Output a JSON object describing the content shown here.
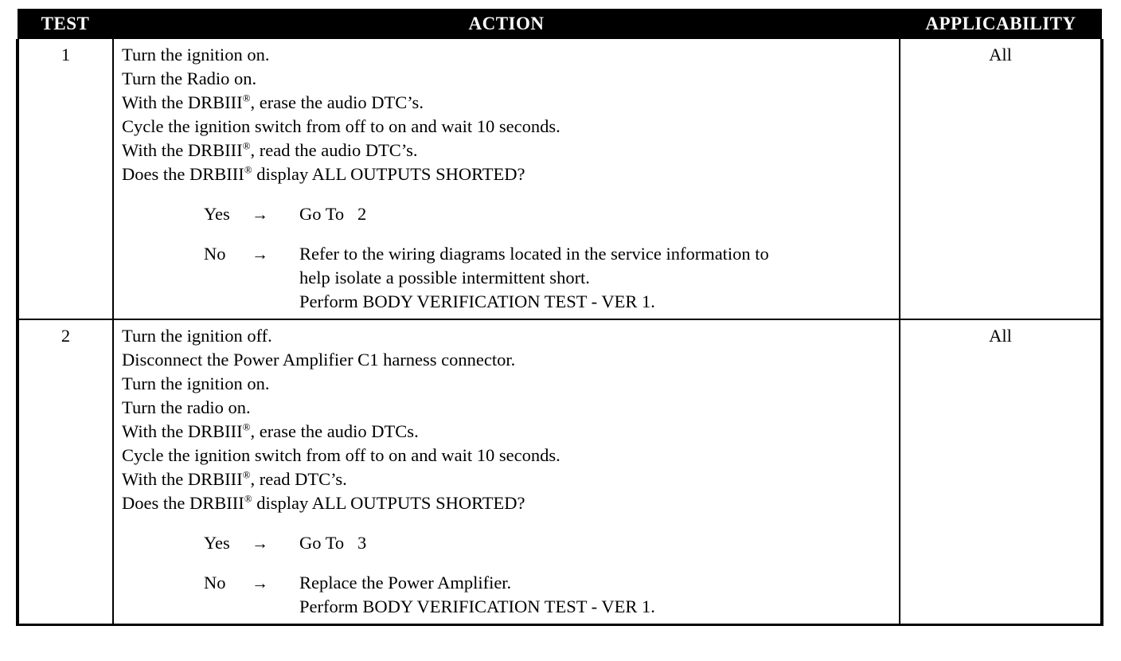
{
  "document": {
    "type": "diagnostic-test-table",
    "background_color": "#ffffff",
    "ink_color": "#000000",
    "header_background": "#000000",
    "header_text_color": "#ffffff"
  },
  "table": {
    "headers": {
      "test": "TEST",
      "action": "ACTION",
      "applicability": "APPLICABILITY"
    },
    "rows": [
      {
        "test": "1",
        "applicability": "All",
        "steps": [
          "Turn the ignition on.",
          "Turn the Radio on.",
          "With the DRBIII®, erase the audio DTC’s.",
          "Cycle the ignition switch from off to on and wait 10 seconds.",
          "With the DRBIII®, read the audio DTC’s.",
          "Does the DRBIII® display ALL OUTPUTS SHORTED?"
        ],
        "branches": [
          {
            "label": "Yes",
            "arrow": "→",
            "lines": [
              "Go To   2"
            ]
          },
          {
            "label": "No",
            "arrow": "→",
            "lines": [
              "Refer to the wiring diagrams located in the service information to",
              "help isolate a possible intermittent short.",
              "Perform BODY VERIFICATION TEST - VER 1."
            ]
          }
        ]
      },
      {
        "test": "2",
        "applicability": "All",
        "steps": [
          "Turn the ignition off.",
          "Disconnect the Power Amplifier C1 harness connector.",
          "Turn the ignition on.",
          "Turn the radio on.",
          "With the DRBIII®, erase the audio DTCs.",
          "Cycle the ignition switch from off to on and wait 10 seconds.",
          "With the DRBIII®, read DTC’s.",
          "Does the DRBIII® display ALL OUTPUTS SHORTED?"
        ],
        "branches": [
          {
            "label": "Yes",
            "arrow": "→",
            "lines": [
              "Go To   3"
            ]
          },
          {
            "label": "No",
            "arrow": "→",
            "lines": [
              "Replace the Power Amplifier.",
              "Perform BODY VERIFICATION TEST - VER 1."
            ]
          }
        ]
      }
    ]
  }
}
